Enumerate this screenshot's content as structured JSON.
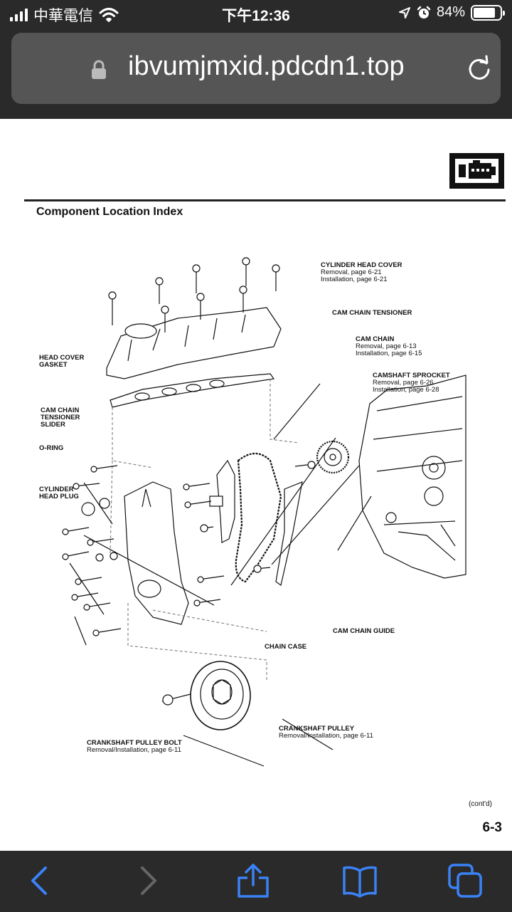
{
  "status_bar": {
    "carrier": "中華電信",
    "time": "下午12:36",
    "battery": "84%",
    "battery_level": 0.84,
    "icons": [
      "signal-icon",
      "wifi-icon",
      "location-icon",
      "alarm-icon",
      "battery-icon"
    ]
  },
  "browser": {
    "url": "ibvumjmxid.pdcdn1.top",
    "icons": [
      "lock-icon",
      "reload-icon"
    ]
  },
  "document": {
    "title": "Component Location Index",
    "page_number": "6-3",
    "cont_note": "(cont'd)",
    "labels": {
      "cylinder_head_cover": {
        "name": "CYLINDER HEAD COVER",
        "line1": "Removal, page 6-21",
        "line2": "Installation, page 6-21"
      },
      "cam_chain_tensioner": {
        "name": "CAM CHAIN TENSIONER"
      },
      "cam_chain": {
        "name": "CAM CHAIN",
        "line1": "Removal, page 6-13",
        "line2": "Installation, page 6-15"
      },
      "camshaft_sprocket": {
        "name": "CAMSHAFT SPROCKET",
        "line1": "Removal, page 6-26",
        "line2": "Installation, page 6-28"
      },
      "head_cover_gasket": {
        "line1": "HEAD COVER",
        "line2": "GASKET"
      },
      "cam_chain_tensioner_slider": {
        "line1": "CAM CHAIN",
        "line2": "TENSIONER",
        "line3": "SLIDER"
      },
      "o_ring": {
        "name": "O-RING"
      },
      "cylinder_head_plug": {
        "line1": "CYLINDER",
        "line2": "HEAD PLUG"
      },
      "cam_chain_guide": {
        "name": "CAM CHAIN GUIDE"
      },
      "chain_case": {
        "name": "CHAIN CASE"
      },
      "crankshaft_pulley": {
        "name": "CRANKSHAFT PULLEY",
        "line1": "Removal/Installation, page 6-11"
      },
      "crankshaft_pulley_bolt": {
        "name": "CRANKSHAFT PULLEY BOLT",
        "line1": "Removal/Installation, page 6-11"
      }
    }
  },
  "toolbar": {
    "icons": [
      "back-icon",
      "forward-icon",
      "share-icon",
      "bookmarks-icon",
      "tabs-icon"
    ],
    "accent_color": "#3b82f6",
    "disabled_color": "#666666"
  }
}
